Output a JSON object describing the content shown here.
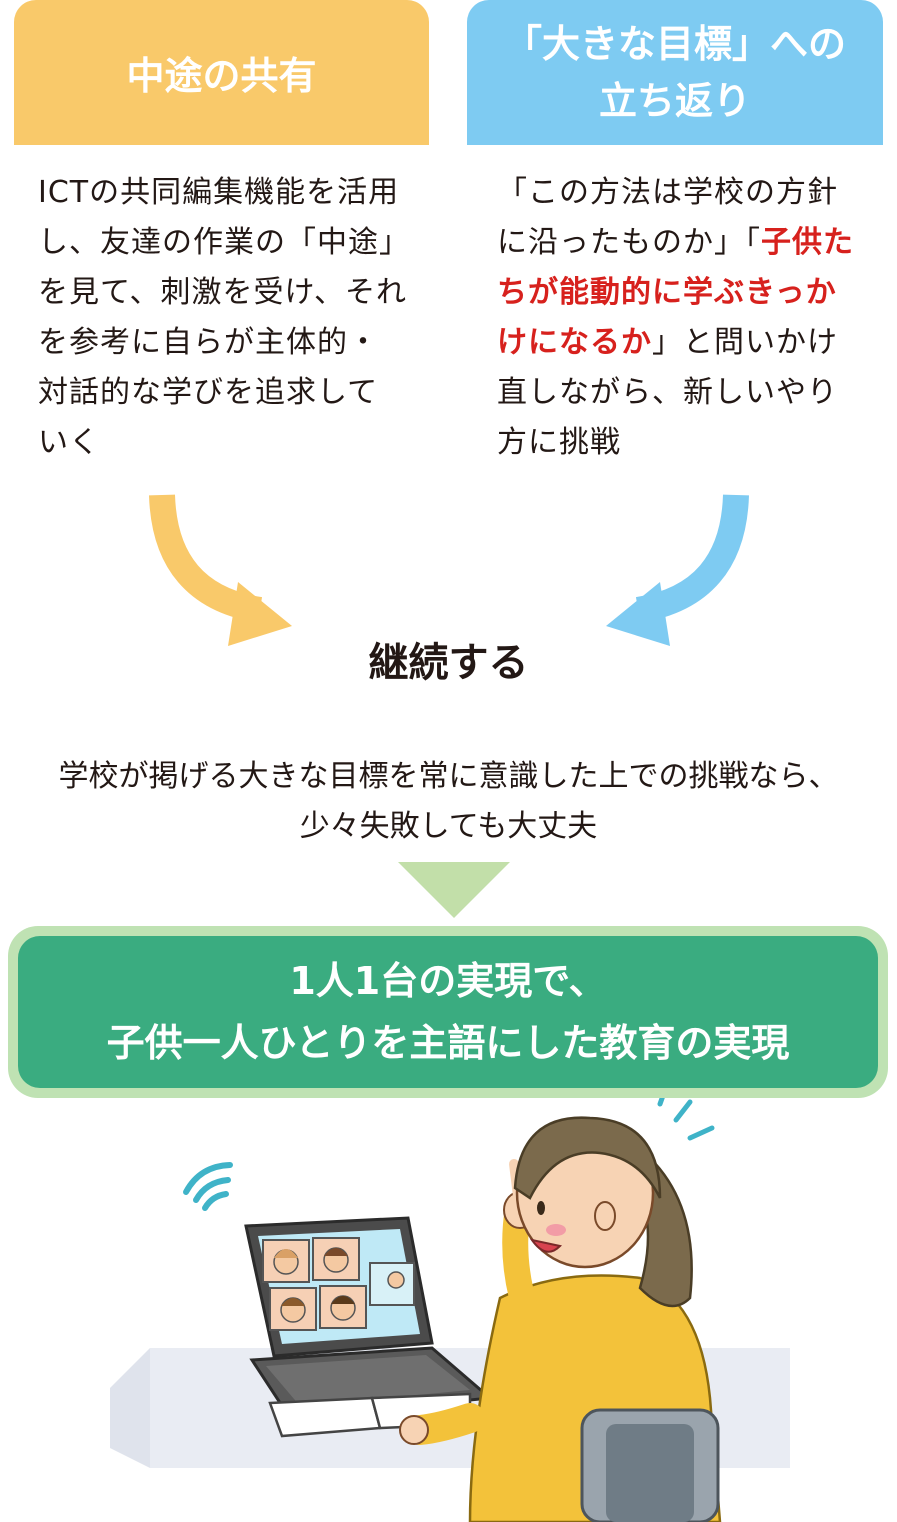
{
  "left_box": {
    "title": "中途の共有",
    "body": "ICTの共同編集機能を活用し、友達の作業の「中途」を見て、刺激を受け、それを参考に自らが主体的・対話的な学びを追求していく",
    "color": "#f9c96a"
  },
  "right_box": {
    "title_line1": "「大きな目標」への",
    "title_line2": "立ち返り",
    "body_part1": "「この方法は学校の方針に沿ったものか」「",
    "body_highlight": "子供たちが能動的に学ぶきっかけになるか",
    "body_part3": "」と問いかけ直しながら、新しいやり方に挑戦",
    "color": "#7ecbf2",
    "highlight_color": "#d7211d"
  },
  "center_label": "継続する",
  "note": {
    "line1": "学校が掲げる大きな目標を常に意識した上での挑戦なら、",
    "line2": "少々失敗しても大丈夫"
  },
  "result": {
    "line1": "1人1台の実現で、",
    "line2": "子供一人ひとりを主語にした教育の実現",
    "color": "#3aac80",
    "border_color": "#bfe2b3"
  },
  "triangle_color": "#c2dfa9"
}
